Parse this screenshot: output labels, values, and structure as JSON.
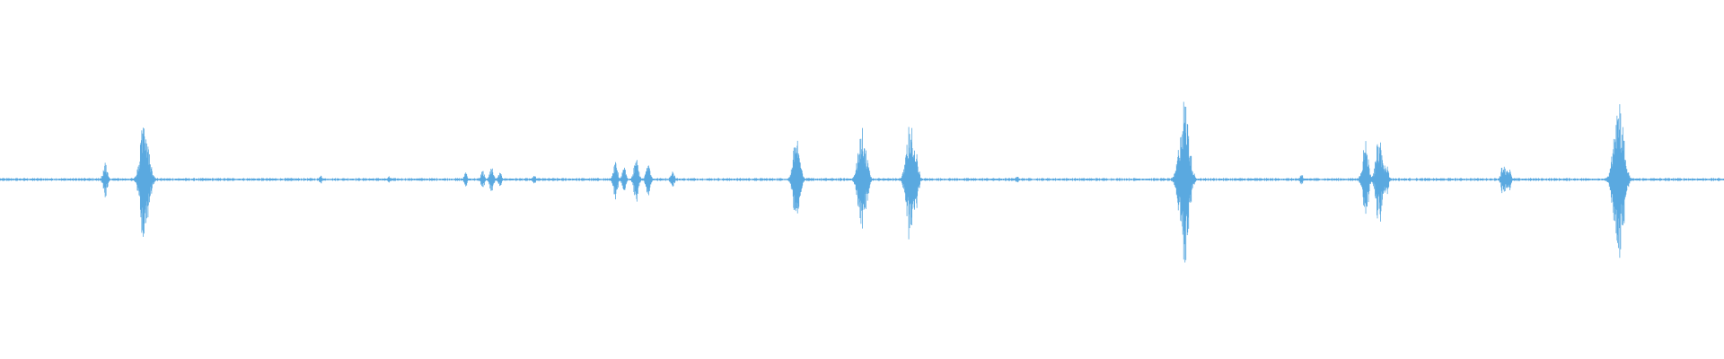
{
  "waveform": {
    "color": "#5aa9e0",
    "background": "#ffffff",
    "baseline_amplitude": 0.004,
    "bursts": [
      {
        "t": 0.061,
        "amp": 0.05
      },
      {
        "t": 0.084,
        "amp": 0.19
      },
      {
        "t": 0.186,
        "amp": 0.012
      },
      {
        "t": 0.226,
        "amp": 0.01
      },
      {
        "t": 0.27,
        "amp": 0.02
      },
      {
        "t": 0.28,
        "amp": 0.025
      },
      {
        "t": 0.285,
        "amp": 0.04
      },
      {
        "t": 0.29,
        "amp": 0.02
      },
      {
        "t": 0.31,
        "amp": 0.012
      },
      {
        "t": 0.357,
        "amp": 0.05
      },
      {
        "t": 0.362,
        "amp": 0.035
      },
      {
        "t": 0.369,
        "amp": 0.06
      },
      {
        "t": 0.376,
        "amp": 0.05
      },
      {
        "t": 0.39,
        "amp": 0.03
      },
      {
        "t": 0.462,
        "amp": 0.13
      },
      {
        "t": 0.498,
        "amp": 0.075
      },
      {
        "t": 0.5,
        "amp": 0.16
      },
      {
        "t": 0.503,
        "amp": 0.06
      },
      {
        "t": 0.528,
        "amp": 0.17
      },
      {
        "t": 0.531,
        "amp": 0.09
      },
      {
        "t": 0.59,
        "amp": 0.01
      },
      {
        "t": 0.687,
        "amp": 0.23
      },
      {
        "t": 0.755,
        "amp": 0.015
      },
      {
        "t": 0.792,
        "amp": 0.11
      },
      {
        "t": 0.8,
        "amp": 0.125
      },
      {
        "t": 0.804,
        "amp": 0.05
      },
      {
        "t": 0.872,
        "amp": 0.05
      },
      {
        "t": 0.875,
        "amp": 0.04
      },
      {
        "t": 0.937,
        "amp": 0.13
      },
      {
        "t": 0.939,
        "amp": 0.24
      },
      {
        "t": 0.942,
        "amp": 0.06
      }
    ]
  }
}
